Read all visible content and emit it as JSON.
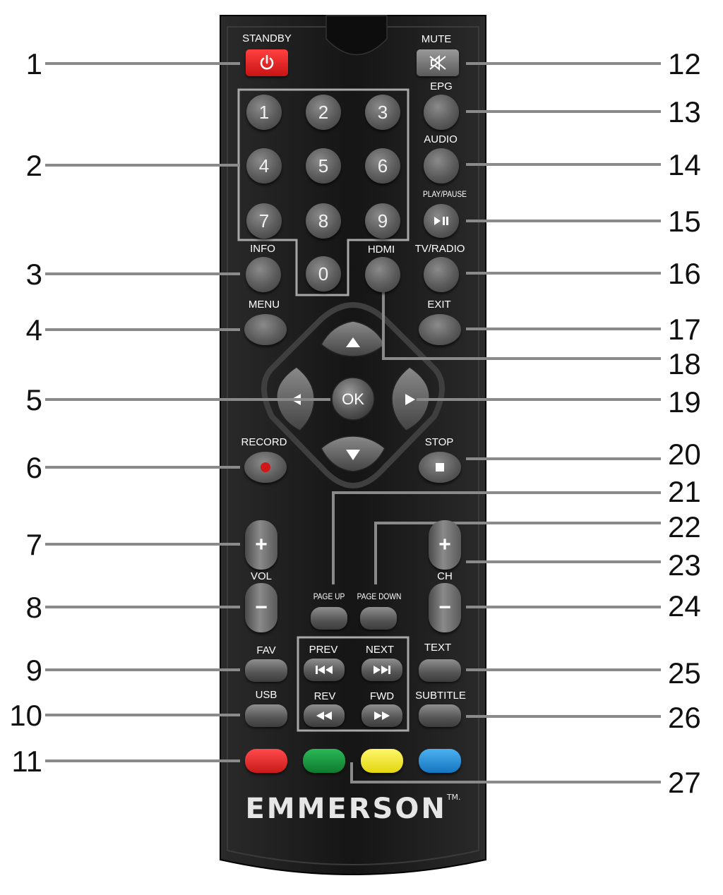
{
  "callouts_left": [
    "1",
    "2",
    "3",
    "4",
    "5",
    "6",
    "7",
    "8",
    "9",
    "10",
    "11"
  ],
  "callouts_right": [
    "12",
    "13",
    "14",
    "15",
    "16",
    "17",
    "18",
    "19",
    "20",
    "21",
    "22",
    "23",
    "24",
    "25",
    "26",
    "27"
  ],
  "labels": {
    "standby": "STANDBY",
    "mute": "MUTE",
    "epg": "EPG",
    "audio": "AUDIO",
    "play_pause": "PLAY/PAUSE",
    "info": "INFO",
    "hdmi": "HDMI",
    "tv_radio": "TV/RADIO",
    "menu": "MENU",
    "exit": "EXIT",
    "ok": "OK",
    "record": "RECORD",
    "stop": "STOP",
    "vol": "VOL",
    "ch": "CH",
    "page_up": "PAGE UP",
    "page_down": "PAGE DOWN",
    "fav": "FAV",
    "text": "TEXT",
    "usb": "USB",
    "subtitle": "SUBTITLE",
    "prev": "PREV",
    "next": "NEXT",
    "rev": "REV",
    "fwd": "FWD",
    "plus": "+",
    "minus": "−"
  },
  "digits": [
    "1",
    "2",
    "3",
    "4",
    "5",
    "6",
    "7",
    "8",
    "9",
    "0"
  ],
  "brand": {
    "name": "EMMERSON",
    "tm": "TM."
  },
  "colors": {
    "body": "#1a1a1a",
    "standby_red": "#e02020",
    "record_dot": "#d01818",
    "key_red": "#e02222",
    "key_green": "#15923a",
    "key_yellow": "#f2ea2a",
    "key_blue": "#1e8fd8",
    "leader_line": "#8a8a8a"
  },
  "icons": {
    "standby": "power-icon",
    "mute": "mute-speaker-icon",
    "play_pause": "play-pause-icon",
    "up": "up-arrow-icon",
    "down": "down-arrow-icon",
    "left": "left-arrow-icon",
    "right": "right-arrow-icon",
    "record": "record-dot-icon",
    "stop": "stop-square-icon",
    "prev": "skip-previous-icon",
    "next": "skip-next-icon",
    "rev": "rewind-icon",
    "fwd": "fast-forward-icon"
  }
}
